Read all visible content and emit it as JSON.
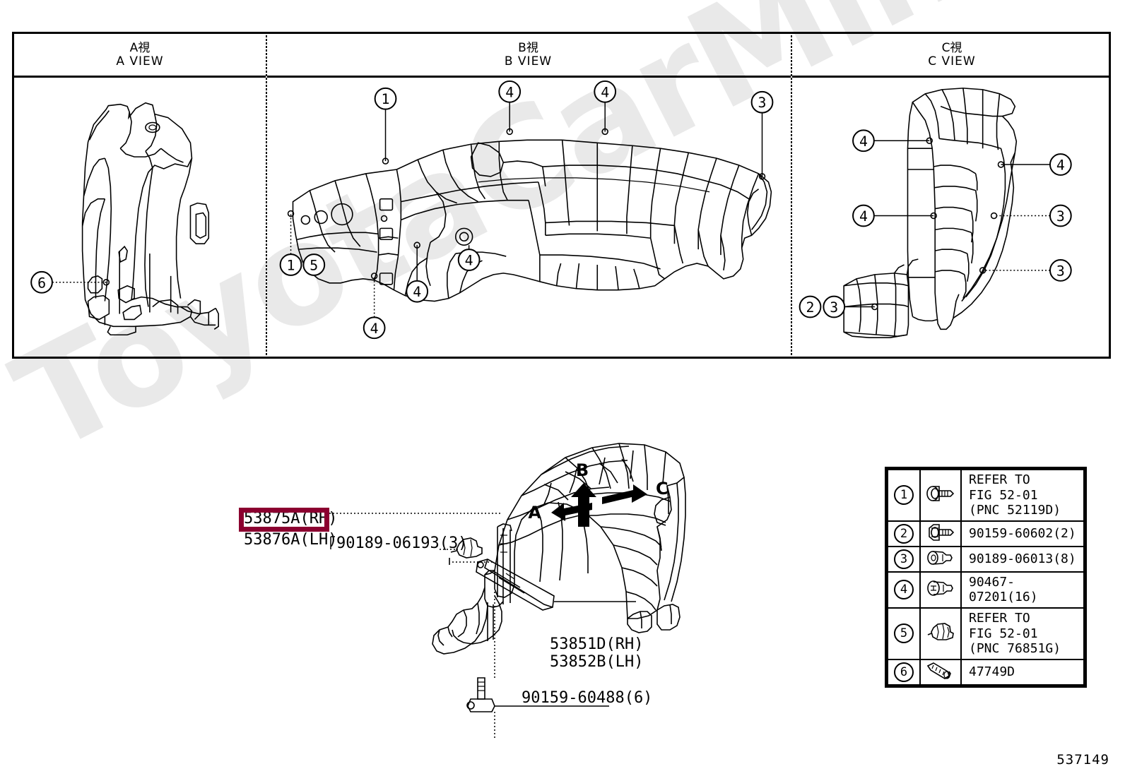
{
  "document": {
    "footer_id": "537149",
    "watermark": "ToyotaCarMine.ru",
    "highlight_color": "#8B0030"
  },
  "views": [
    {
      "id": "A",
      "jp": "A視",
      "en": "A VIEW",
      "callouts": [
        "6"
      ]
    },
    {
      "id": "B",
      "jp": "B視",
      "en": "B VIEW",
      "callouts": [
        "1",
        "4",
        "4",
        "3",
        "1",
        "5",
        "4",
        "4",
        "4"
      ]
    },
    {
      "id": "C",
      "jp": "C視",
      "en": "C VIEW",
      "callouts": [
        "4",
        "4",
        "4",
        "3",
        "3",
        "2",
        "3"
      ]
    }
  ],
  "view_callouts": {
    "a_6": "6",
    "b_1_top": "1",
    "b_4_top_left": "4",
    "b_4_top_right": "4",
    "b_3_right": "3",
    "b_1_left": "1",
    "b_5_left": "5",
    "b_4_bottom_left": "4",
    "b_4_bottom_mid": "4",
    "b_4_bottom_right": "4",
    "c_4_left_top": "4",
    "c_4_right_top": "4",
    "c_4_left_mid": "4",
    "c_3_right_mid": "3",
    "c_3_right_low": "3",
    "c_2_bottom": "2",
    "c_3_bottom": "3"
  },
  "main": {
    "part_rh": "53875A(RH)",
    "part_lh": "53876A(LH)",
    "clip": "90189-06193(3)",
    "bracket_rh": "53851D(RH)",
    "bracket_lh": "53852B(LH)",
    "bolt": "90159-60488(6)",
    "arrows": [
      {
        "label": "A",
        "direction": "left"
      },
      {
        "label": "B",
        "direction": "up"
      },
      {
        "label": "C",
        "direction": "right"
      }
    ],
    "arrow_a": "A",
    "arrow_b": "B",
    "arrow_c": "C"
  },
  "legend": {
    "rows": [
      {
        "num": "1",
        "icon": "bolt-washer-icon",
        "text": "REFER TO\nFIG 52-01\n(PNC 52119D)"
      },
      {
        "num": "2",
        "icon": "bolt-flange-icon",
        "text": "90159-60602(2)"
      },
      {
        "num": "3",
        "icon": "push-clip-icon",
        "text": "90189-06013(8)"
      },
      {
        "num": "4",
        "icon": "push-rivet-icon",
        "text": "90467-07201(16)"
      },
      {
        "num": "5",
        "icon": "retainer-clip-icon",
        "text": "REFER TO\nFIG 52-01\n(PNC 76851G)"
      },
      {
        "num": "6",
        "icon": "screw-icon",
        "text": "47749D"
      }
    ]
  }
}
